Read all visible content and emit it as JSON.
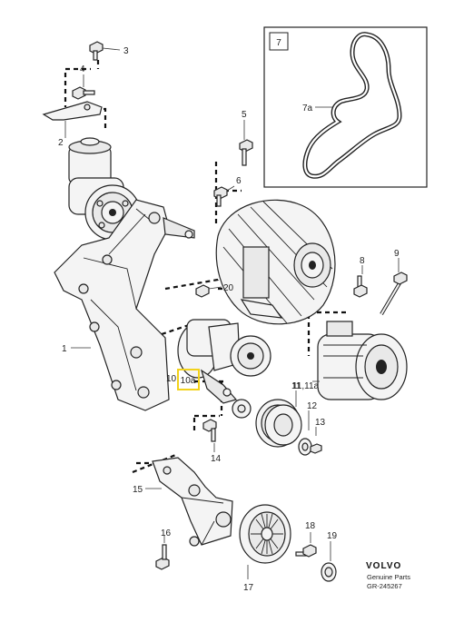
{
  "callouts": {
    "c1": "1",
    "c2": "2",
    "c3": "3",
    "c4": "4",
    "c5": "5",
    "c6": "6",
    "c7": "7",
    "c7a": "7a",
    "c8": "8",
    "c9": "9",
    "c10": "10",
    "c10a": "10a",
    "c11": "11",
    "c11_11a": "11,11a",
    "c12": "12",
    "c13": "13",
    "c14": "14",
    "c15": "15",
    "c16": "16",
    "c17": "17",
    "c18": "18",
    "c19": "19",
    "c20": "20"
  },
  "highlight_color": "#f2d21b",
  "brand": {
    "name": "VOLVO",
    "subtitle": "Genuine Parts",
    "ref": "GR-245267"
  }
}
